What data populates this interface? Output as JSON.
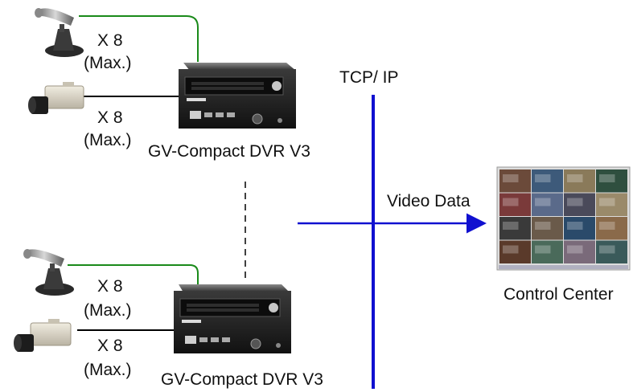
{
  "top_group": {
    "mic_count": "X 8",
    "mic_max": "(Max.)",
    "cam_count": "X 8",
    "cam_max": "(Max.)",
    "dvr_label": "GV-Compact DVR V3"
  },
  "bottom_group": {
    "mic_count": "X 8",
    "mic_max": "(Max.)",
    "cam_count": "X 8",
    "cam_max": "(Max.)",
    "dvr_label": "GV-Compact DVR V3"
  },
  "network": {
    "protocol_label": "TCP/ IP",
    "data_label": "Video Data"
  },
  "control_center": {
    "label": "Control Center"
  },
  "colors": {
    "mic_line": "#1a8a1a",
    "camera_line": "#000000",
    "network_bus": "#1010d0",
    "data_arrow": "#1010d0"
  }
}
